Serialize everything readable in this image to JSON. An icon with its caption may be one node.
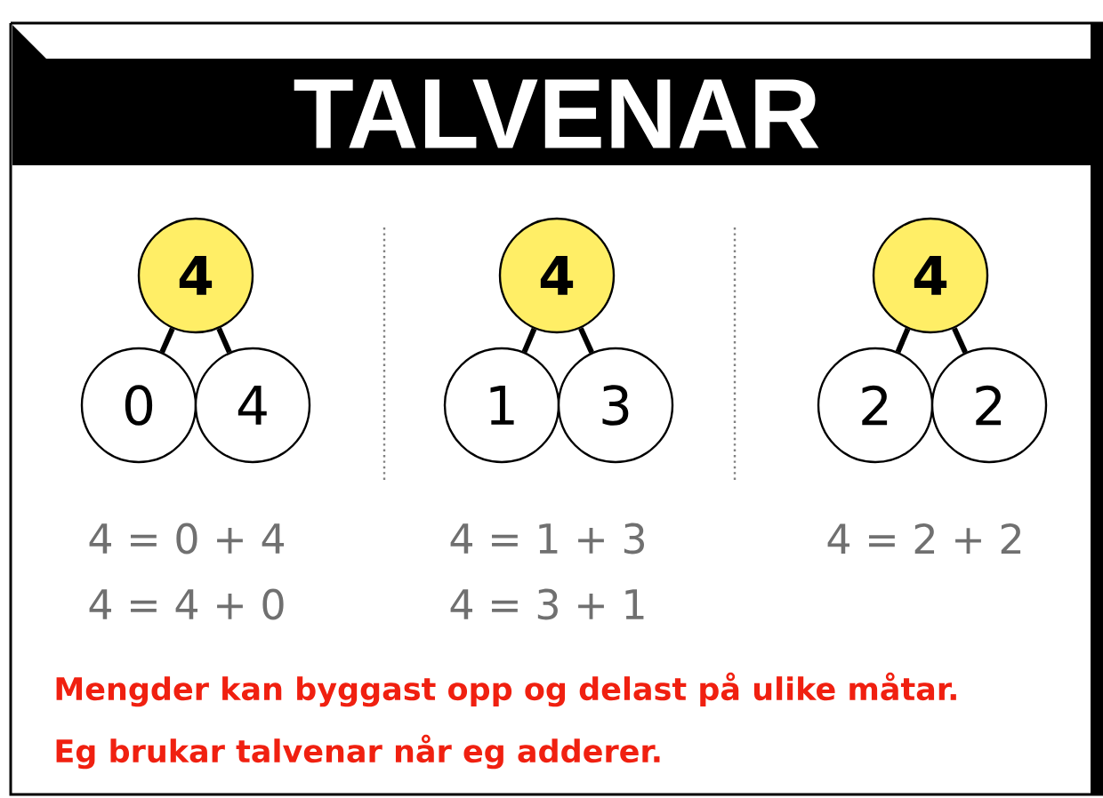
{
  "diagram": {
    "title": "TALVENAR",
    "nodes": [
      {
        "text": [
          "4"
        ]
      },
      {
        "text": [
          "0"
        ]
      },
      {
        "text": [
          "4"
        ]
      },
      {
        "text": [
          "4"
        ]
      },
      {
        "text": [
          "1"
        ]
      },
      {
        "text": [
          "3"
        ]
      },
      {
        "text": [
          "4"
        ]
      },
      {
        "text": [
          "2"
        ]
      },
      {
        "text": [
          "2"
        ]
      }
    ],
    "edges": [
      {
        "from": 0,
        "to": 1,
        "arrow": "none"
      },
      {
        "from": 0,
        "to": 2,
        "arrow": "none"
      },
      {
        "from": 3,
        "to": 4,
        "arrow": "none"
      },
      {
        "from": 3,
        "to": 5,
        "arrow": "none"
      },
      {
        "from": 6,
        "to": 7,
        "arrow": "none"
      },
      {
        "from": 6,
        "to": 8,
        "arrow": "none"
      }
    ],
    "labels": [
      "4 = 0 + 4",
      "4 = 4 + 0",
      "4 = 1 + 3",
      "4 = 3 + 1",
      "4 = 2 + 2",
      "Mengder kan byggast opp og delast på ulike måtar.",
      "Eg brukar talvenar når eg adderer."
    ]
  }
}
